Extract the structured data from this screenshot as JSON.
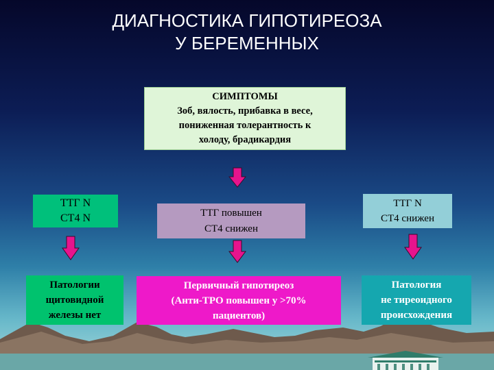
{
  "title": {
    "line1": "ДИАГНОСТИКА ГИПОТИРЕОЗА",
    "line2": "У БЕРЕМЕННЫХ"
  },
  "symptoms": {
    "heading": "СИМПТОМЫ",
    "lines": [
      "Зоб, вялость, прибавка в весе,",
      "пониженная толерантность к",
      "холоду, брадикардия"
    ]
  },
  "branches": {
    "left": {
      "condition": [
        "ТТГ N",
        "СТ4 N"
      ],
      "result": [
        "Патологии",
        "щитовидной",
        "железы нет"
      ]
    },
    "middle": {
      "condition": [
        "ТТГ повышен",
        "СТ4 снижен"
      ],
      "result": [
        "Первичный гипотиреоз",
        "(Анти-ТРО повышен у >70%",
        "пациентов)"
      ]
    },
    "right": {
      "condition": [
        "ТТГ N",
        "СТ4 снижен"
      ],
      "result": [
        "Патология",
        "не тиреоидного",
        "происхождения"
      ]
    }
  },
  "colors": {
    "arrow_fill": "#e7148d",
    "symptoms_box": "#dff5d8",
    "left_condition": "#00c07b",
    "middle_condition": "#b59ac0",
    "right_condition": "#93cfd8",
    "left_result": "#00c26e",
    "middle_result": "#ee19c9",
    "right_result": "#15a7af"
  }
}
